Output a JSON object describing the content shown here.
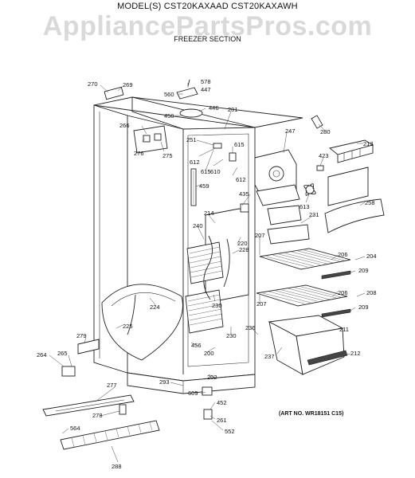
{
  "header": {
    "model_line": "MODEL(S) CST20KAXAAD  CST20KAXAWH",
    "watermark": "AppliancePartsPros.com",
    "section": "FREEZER SECTION",
    "art_no": "(ART NO. WR18151 C15)"
  },
  "callouts": [
    "270",
    "269",
    "578",
    "447",
    "560",
    "446",
    "450",
    "201",
    "266",
    "251",
    "615",
    "247",
    "280",
    "423",
    "213",
    "276",
    "275",
    "612",
    "610",
    "612",
    "615",
    "459",
    "435",
    "613",
    "258",
    "214",
    "231",
    "240",
    "220",
    "228",
    "207",
    "206",
    "204",
    "209",
    "224",
    "230",
    "207",
    "206",
    "208",
    "209",
    "225",
    "236",
    "211",
    "279",
    "456",
    "230",
    "200",
    "212",
    "264",
    "265",
    "237",
    "202",
    "293",
    "277",
    "609",
    "452",
    "278",
    "564",
    "261",
    "552",
    "288"
  ]
}
